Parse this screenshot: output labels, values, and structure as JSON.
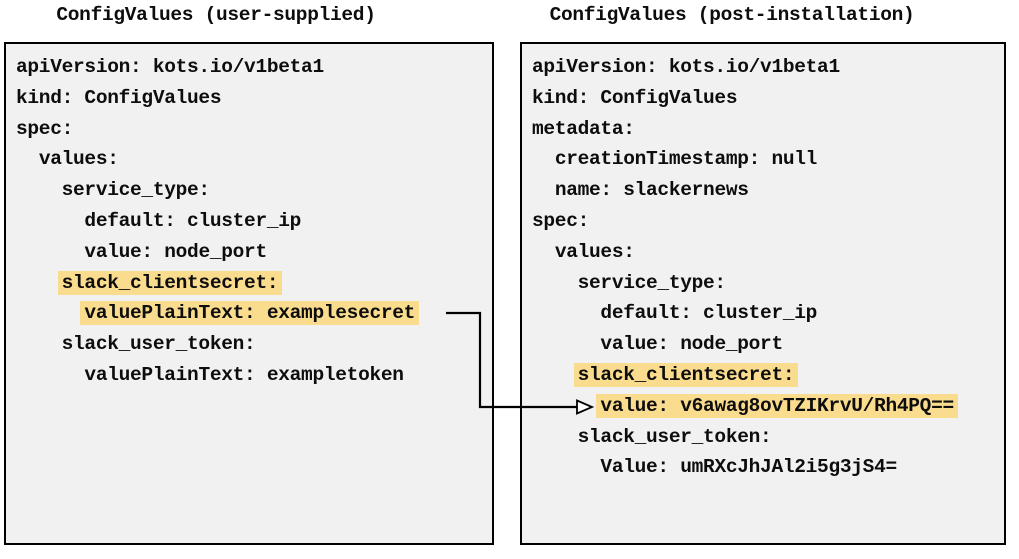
{
  "colors": {
    "panel_background": "#f1f1f1",
    "panel_border": "#000000",
    "highlight": "#fadc8e",
    "text": "#0d0d0d",
    "page_background": "#ffffff"
  },
  "panels": [
    {
      "title": "ConfigValues (user-supplied)",
      "lines": [
        {
          "indent": 0,
          "text": "apiVersion: kots.io/v1beta1",
          "highlight": false
        },
        {
          "indent": 0,
          "text": "kind: ConfigValues",
          "highlight": false
        },
        {
          "indent": 0,
          "text": "spec:",
          "highlight": false
        },
        {
          "indent": 2,
          "text": "values:",
          "highlight": false
        },
        {
          "indent": 4,
          "text": "service_type:",
          "highlight": false
        },
        {
          "indent": 6,
          "text": "default: cluster_ip",
          "highlight": false
        },
        {
          "indent": 6,
          "text": "value: node_port",
          "highlight": false
        },
        {
          "indent": 4,
          "text": "slack_clientsecret:",
          "highlight": true
        },
        {
          "indent": 6,
          "text": "valuePlainText: examplesecret",
          "highlight": true
        },
        {
          "indent": 4,
          "text": "slack_user_token:",
          "highlight": false
        },
        {
          "indent": 6,
          "text": "valuePlainText: exampletoken",
          "highlight": false
        }
      ]
    },
    {
      "title": "ConfigValues (post-installation)",
      "lines": [
        {
          "indent": 0,
          "text": "apiVersion: kots.io/v1beta1",
          "highlight": false
        },
        {
          "indent": 0,
          "text": "kind: ConfigValues",
          "highlight": false
        },
        {
          "indent": 0,
          "text": "metadata:",
          "highlight": false
        },
        {
          "indent": 2,
          "text": "creationTimestamp: null",
          "highlight": false
        },
        {
          "indent": 2,
          "text": "name: slackernews",
          "highlight": false
        },
        {
          "indent": 0,
          "text": "spec:",
          "highlight": false
        },
        {
          "indent": 2,
          "text": "values:",
          "highlight": false
        },
        {
          "indent": 4,
          "text": "service_type:",
          "highlight": false
        },
        {
          "indent": 6,
          "text": "default: cluster_ip",
          "highlight": false
        },
        {
          "indent": 6,
          "text": "value: node_port",
          "highlight": false
        },
        {
          "indent": 4,
          "text": "slack_clientsecret:",
          "highlight": true
        },
        {
          "indent": 6,
          "text": "value: v6awag8ovTZIKrvU/Rh4PQ==",
          "highlight": true
        },
        {
          "indent": 4,
          "text": "slack_user_token:",
          "highlight": false
        },
        {
          "indent": 6,
          "text": "Value: umRXcJhJAl2i5g3jS4=",
          "highlight": false
        }
      ]
    }
  ],
  "connector": {
    "description": "elbow arrow linking user-supplied plaintext secret to encrypted post-installation value",
    "from_text": "valuePlainText: examplesecret",
    "to_text": "value: v6awag8ovTZIKrvU/Rh4PQ=="
  }
}
